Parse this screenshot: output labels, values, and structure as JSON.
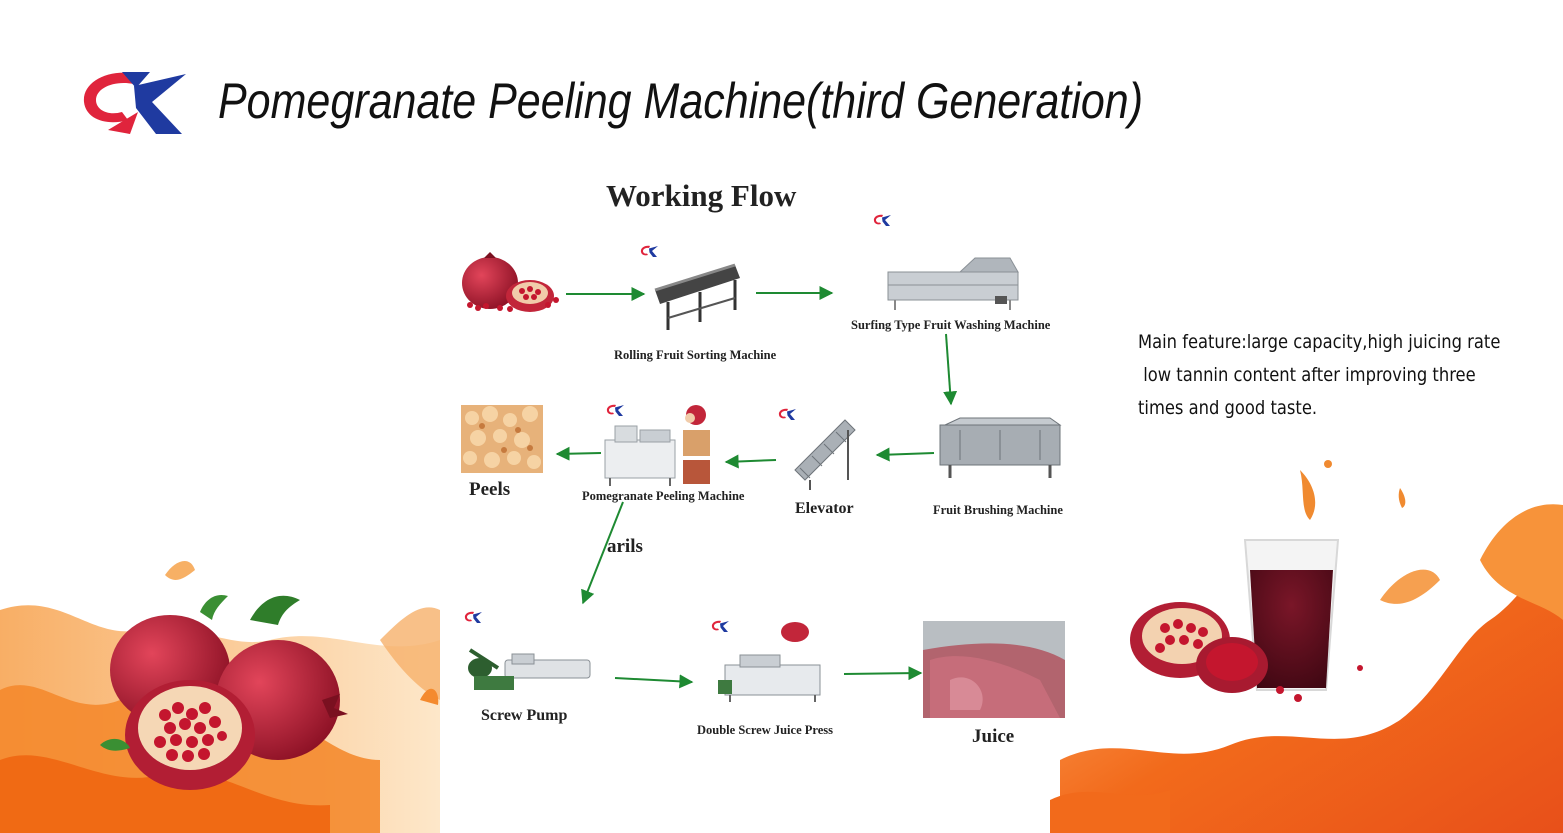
{
  "header": {
    "title": "Pomegranate Peeling Machine(third Generation)"
  },
  "diagram": {
    "title": "Working Flow",
    "nodes": {
      "sorting": "Rolling Fruit Sorting Machine",
      "washing": "Surfing Type Fruit Washing Machine",
      "brushing": "Fruit Brushing Machine",
      "elevator": "Elevator",
      "peeling": "Pomegranate Peeling Machine",
      "peels": "Peels",
      "arils": "arils",
      "pump": "Screw Pump",
      "press": "Double Screw Juice Press",
      "juice": "Juice"
    }
  },
  "feature": {
    "line1": "Main feature:large capacity,high juicing rate",
    "line2": " low tannin content after improving three",
    "line3": "times and good taste."
  },
  "colors": {
    "arrow": "#1e8a32",
    "brand_red": "#e0243c",
    "brand_blue": "#1f3aa0",
    "splash": "#f26a1b"
  }
}
